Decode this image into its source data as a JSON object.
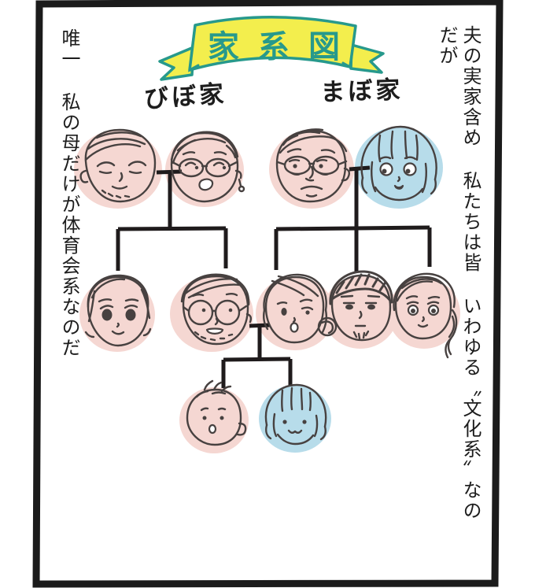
{
  "title_banner": {
    "text": "家系図"
  },
  "families": [
    {
      "label": "びぼ家",
      "side": "left"
    },
    {
      "label": "まぼ家",
      "side": "right"
    }
  ],
  "captions": {
    "right": "夫の実家含め 私たちは皆 いわゆる〝文化系〟なのだが",
    "left": "唯一 私の母だけが体育会系なのだ"
  },
  "palette": {
    "pink": "#f5d7d2",
    "blue": "#b7dcea",
    "banner_yellow": "#f3ee4d",
    "banner_teal": "#27998c",
    "ink": "#474140",
    "tree_line": "#1f1b1c",
    "frame": "#1b1b1b",
    "text_black": "#1d1d1d"
  },
  "tree": {
    "highlight_meaning": {
      "pink": "文化系",
      "blue": "体育会系"
    },
    "people": [
      {
        "id": "left-family-grandfather",
        "family": "びぼ家",
        "generation": "grandparents",
        "highlight": "pink"
      },
      {
        "id": "left-family-grandmother",
        "family": "びぼ家",
        "generation": "grandparents",
        "highlight": "pink"
      },
      {
        "id": "right-family-grandfather",
        "family": "まぼ家",
        "generation": "grandparents",
        "highlight": "pink"
      },
      {
        "id": "right-family-grandmother",
        "family": "まぼ家",
        "generation": "grandparents",
        "highlight": "blue"
      },
      {
        "id": "left-family-daughter",
        "family": "びぼ家",
        "generation": "parents",
        "highlight": "pink"
      },
      {
        "id": "husband",
        "family": "びぼ家",
        "generation": "parents",
        "highlight": "pink"
      },
      {
        "id": "wife",
        "family": "まぼ家",
        "generation": "parents",
        "highlight": "pink"
      },
      {
        "id": "right-family-son",
        "family": "まぼ家",
        "generation": "parents",
        "highlight": "pink"
      },
      {
        "id": "right-family-daughter",
        "family": "まぼ家",
        "generation": "parents",
        "highlight": "pink"
      },
      {
        "id": "child-boy",
        "family": "夫婦",
        "generation": "children",
        "highlight": "pink"
      },
      {
        "id": "child-girl",
        "family": "夫婦",
        "generation": "children",
        "highlight": "blue"
      }
    ]
  }
}
